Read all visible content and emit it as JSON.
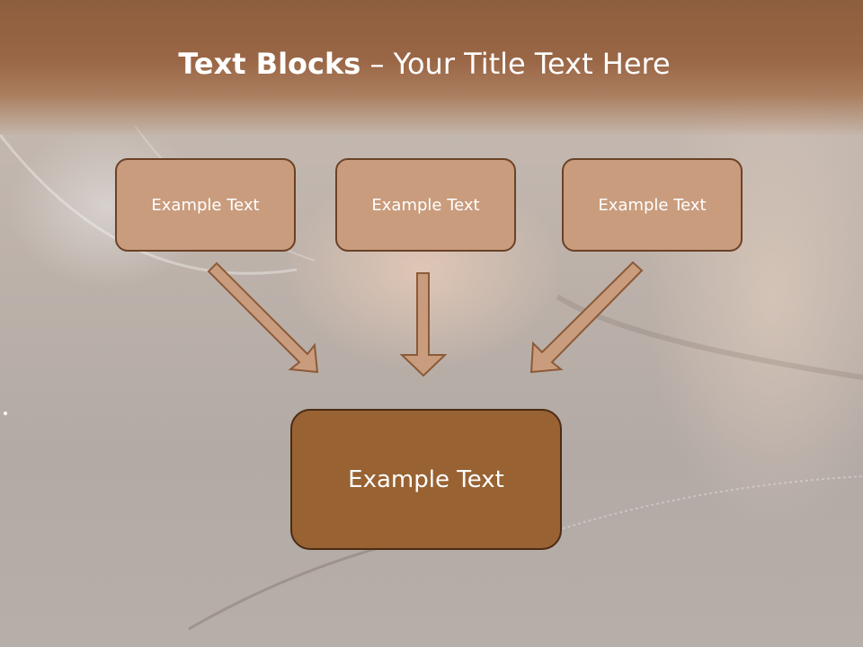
{
  "slide": {
    "title_bold": "Text Blocks",
    "title_dash": " – ",
    "title_rest": "Your Title Text Here"
  },
  "diagram": {
    "top_boxes": [
      {
        "label": "Example Text"
      },
      {
        "label": "Example Text"
      },
      {
        "label": "Example Text"
      }
    ],
    "bottom_box": {
      "label": "Example Text"
    }
  },
  "colors": {
    "header": "#9a6746",
    "top_box_fill": "#c99c7d",
    "bottom_box_fill": "#986233",
    "arrow_fill": "#c99c7d",
    "border": "#6b4227"
  }
}
